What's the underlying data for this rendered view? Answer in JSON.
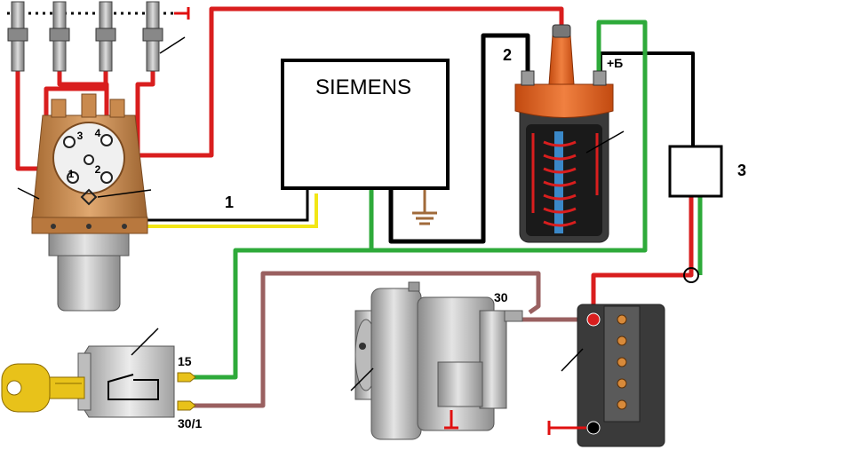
{
  "ecu": {
    "brand": "SIEMENS"
  },
  "distributor": {
    "terminals": [
      "1",
      "2",
      "3",
      "4"
    ]
  },
  "coil": {
    "terminal_2": "2",
    "terminal_plus": "+Б"
  },
  "labels": {
    "wire_1": "1",
    "module_3": "3"
  },
  "ignition_switch": {
    "terminal_15": "15",
    "terminal_30_1": "30/1"
  },
  "alternator": {
    "terminal_30": "30"
  },
  "colors": {
    "red": "#d91e1e",
    "black": "#000000",
    "green": "#2eaa3a",
    "yellow": "#f2e616",
    "brown": "#9a6060",
    "ground_red": "#e01010",
    "coil_orange": "#e0641e",
    "distributor_body": "#c98a4e",
    "key_gold": "#e8c21a"
  }
}
